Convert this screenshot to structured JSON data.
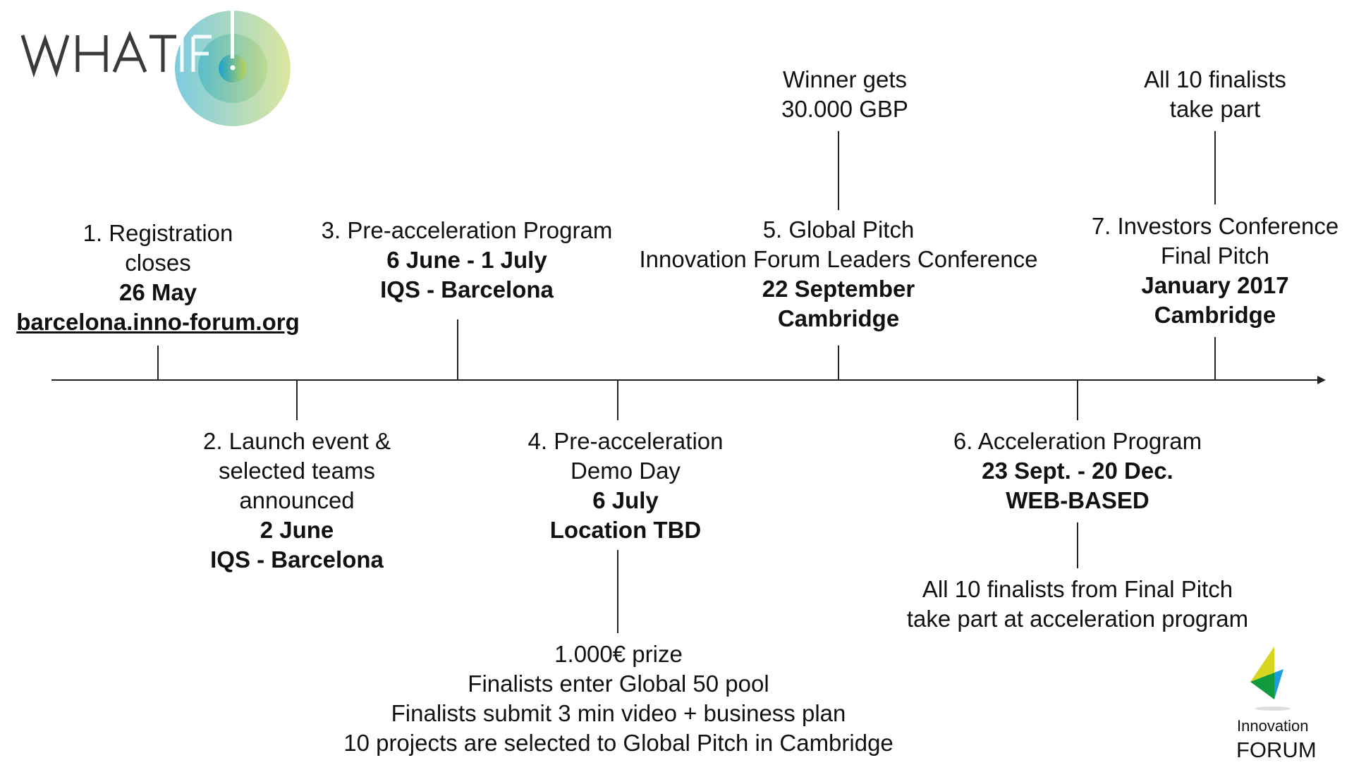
{
  "logo_top": {
    "text": "WHAT IF!"
  },
  "logo_bottom": {
    "line1": "Innovation",
    "line2": "FORUM"
  },
  "milestones": [
    {
      "lines": [
        "1. Registration",
        "closes"
      ],
      "date": "26 May",
      "link": "barcelona.inno-forum.org"
    },
    {
      "lines": [
        "2. Launch event &",
        "selected teams",
        "announced"
      ],
      "date": "2 June",
      "place": "IQS - Barcelona"
    },
    {
      "lines": [
        "3. Pre-acceleration Program"
      ],
      "date": "6 June - 1 July",
      "place": "IQS - Barcelona"
    },
    {
      "lines": [
        "4. Pre-acceleration",
        "Demo Day"
      ],
      "date": "6 July",
      "place": "Location TBD"
    },
    {
      "lines": [
        "5. Global Pitch",
        "Innovation Forum Leaders Conference"
      ],
      "date": "22 September",
      "place": "Cambridge"
    },
    {
      "lines": [
        "6. Acceleration Program"
      ],
      "date": "23 Sept. - 20 Dec.",
      "place": "WEB-BASED"
    },
    {
      "lines": [
        "7. Investors Conference",
        "Final Pitch"
      ],
      "date": "January 2017",
      "place": "Cambridge"
    }
  ],
  "notes": {
    "winner": [
      "Winner gets",
      "30.000 GBP"
    ],
    "finalists_top": [
      "All 10 finalists",
      "take part"
    ],
    "finalists_accel": [
      "All 10 finalists from Final Pitch",
      "take part at acceleration program"
    ],
    "demo_day": [
      "1.000€ prize",
      "Finalists enter Global 50 pool",
      "Finalists submit 3 min video + business plan",
      "10 projects are selected to Global Pitch in Cambridge"
    ]
  }
}
